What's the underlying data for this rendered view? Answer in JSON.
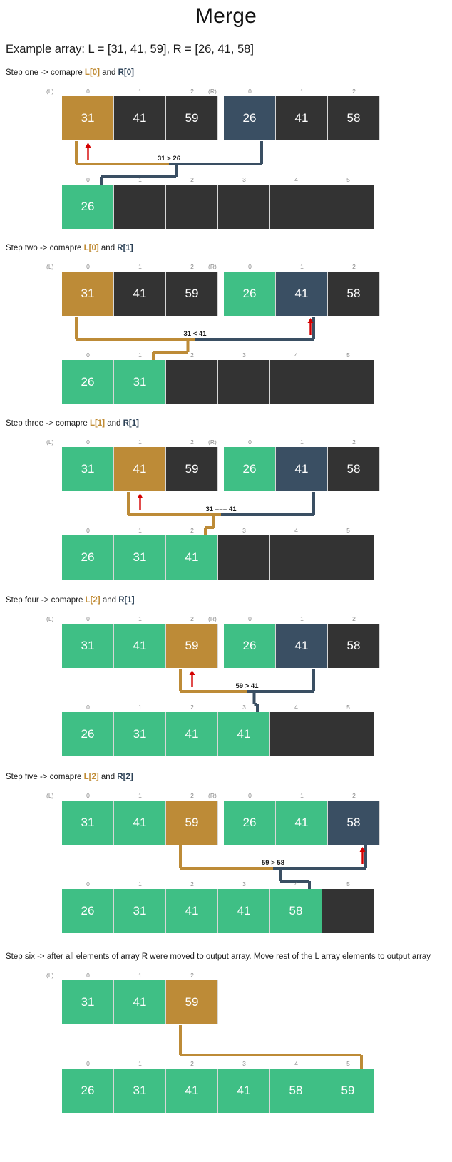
{
  "page": {
    "title": "Merge",
    "example_line": "Example array: L = [31, 41, 59], R = [26, 41, 58]"
  },
  "colors": {
    "gold": "#bd8b37",
    "navy": "#3a4f63",
    "green": "#3fbf85",
    "idle": "#333333",
    "arrow_red": "#d40000",
    "index_gray": "#8a8a8a"
  },
  "labels": {
    "left_tag": "(L)",
    "right_tag": "(R)"
  },
  "steps": [
    {
      "id": "step-one",
      "text_prefix": "Step one -> comapre ",
      "key_left": "L[0]",
      "text_mid": " and ",
      "key_right": "R[0]",
      "left_array": {
        "values": [
          "31",
          "41",
          "59"
        ],
        "indexes": [
          "0",
          "1",
          "2"
        ],
        "states": [
          "gold",
          "idle",
          "idle"
        ]
      },
      "right_array": {
        "values": [
          "26",
          "41",
          "58"
        ],
        "indexes": [
          "0",
          "1",
          "2"
        ],
        "states": [
          "navy",
          "idle",
          "idle"
        ]
      },
      "output_array": {
        "values": [
          "26",
          "",
          "",
          "",
          "",
          ""
        ],
        "indexes": [
          "0",
          "1",
          "2",
          "3",
          "4",
          "5"
        ],
        "states": [
          "done",
          "idle",
          "idle",
          "idle",
          "idle",
          "idle"
        ]
      },
      "comparison": "31 > 26",
      "arrow_on": "left",
      "arrow_cell": 0,
      "winner": "right",
      "target_slot": 0
    },
    {
      "id": "step-two",
      "text_prefix": "Step two -> comapre ",
      "key_left": "L[0]",
      "text_mid": " and ",
      "key_right": "R[1]",
      "left_array": {
        "values": [
          "31",
          "41",
          "59"
        ],
        "indexes": [
          "0",
          "1",
          "2"
        ],
        "states": [
          "gold",
          "idle",
          "idle"
        ]
      },
      "right_array": {
        "values": [
          "26",
          "41",
          "58"
        ],
        "indexes": [
          "0",
          "1",
          "2"
        ],
        "states": [
          "done",
          "navy",
          "idle"
        ]
      },
      "output_array": {
        "values": [
          "26",
          "31",
          "",
          "",
          "",
          ""
        ],
        "indexes": [
          "0",
          "1",
          "2",
          "3",
          "4",
          "5"
        ],
        "states": [
          "done",
          "done",
          "idle",
          "idle",
          "idle",
          "idle"
        ]
      },
      "comparison": "31 < 41",
      "arrow_on": "right",
      "arrow_cell": 1,
      "winner": "left",
      "target_slot": 1
    },
    {
      "id": "step-three",
      "text_prefix": "Step three -> comapre ",
      "key_left": "L[1]",
      "text_mid": " and ",
      "key_right": "R[1]",
      "left_array": {
        "values": [
          "31",
          "41",
          "59"
        ],
        "indexes": [
          "0",
          "1",
          "2"
        ],
        "states": [
          "done",
          "gold",
          "idle"
        ]
      },
      "right_array": {
        "values": [
          "26",
          "41",
          "58"
        ],
        "indexes": [
          "0",
          "1",
          "2"
        ],
        "states": [
          "done",
          "navy",
          "idle"
        ]
      },
      "output_array": {
        "values": [
          "26",
          "31",
          "41",
          "",
          "",
          ""
        ],
        "indexes": [
          "0",
          "1",
          "2",
          "3",
          "4",
          "5"
        ],
        "states": [
          "done",
          "done",
          "done",
          "idle",
          "idle",
          "idle"
        ]
      },
      "comparison": "31 === 41",
      "arrow_on": "left",
      "arrow_cell": 1,
      "winner": "left",
      "target_slot": 2
    },
    {
      "id": "step-four",
      "text_prefix": "Step four -> comapre ",
      "key_left": "L[2]",
      "text_mid": " and ",
      "key_right": "R[1]",
      "left_array": {
        "values": [
          "31",
          "41",
          "59"
        ],
        "indexes": [
          "0",
          "1",
          "2"
        ],
        "states": [
          "done",
          "done",
          "gold"
        ]
      },
      "right_array": {
        "values": [
          "26",
          "41",
          "58"
        ],
        "indexes": [
          "0",
          "1",
          "2"
        ],
        "states": [
          "done",
          "navy",
          "idle"
        ]
      },
      "output_array": {
        "values": [
          "26",
          "31",
          "41",
          "41",
          "",
          ""
        ],
        "indexes": [
          "0",
          "1",
          "2",
          "3",
          "4",
          "5"
        ],
        "states": [
          "done",
          "done",
          "done",
          "done",
          "idle",
          "idle"
        ]
      },
      "comparison": "59 > 41",
      "arrow_on": "left",
      "arrow_cell": 2,
      "winner": "right",
      "target_slot": 3
    },
    {
      "id": "step-five",
      "text_prefix": "Step five -> comapre ",
      "key_left": "L[2]",
      "text_mid": " and ",
      "key_right": "R[2]",
      "left_array": {
        "values": [
          "31",
          "41",
          "59"
        ],
        "indexes": [
          "0",
          "1",
          "2"
        ],
        "states": [
          "done",
          "done",
          "gold"
        ]
      },
      "right_array": {
        "values": [
          "26",
          "41",
          "58"
        ],
        "indexes": [
          "0",
          "1",
          "2"
        ],
        "states": [
          "done",
          "done",
          "navy"
        ]
      },
      "output_array": {
        "values": [
          "26",
          "31",
          "41",
          "41",
          "58",
          ""
        ],
        "indexes": [
          "0",
          "1",
          "2",
          "3",
          "4",
          "5"
        ],
        "states": [
          "done",
          "done",
          "done",
          "done",
          "done",
          "idle"
        ]
      },
      "comparison": "59 > 58",
      "arrow_on": "right",
      "arrow_cell": 2,
      "winner": "right",
      "target_slot": 4
    },
    {
      "id": "step-six",
      "text_full": "Step six -> after all elements of array R were moved to output array. Move rest of the L array elements to output array",
      "left_array": {
        "values": [
          "31",
          "41",
          "59"
        ],
        "indexes": [
          "0",
          "1",
          "2"
        ],
        "states": [
          "done",
          "done",
          "gold"
        ]
      },
      "right_array": null,
      "output_array": {
        "values": [
          "26",
          "31",
          "41",
          "41",
          "58",
          "59"
        ],
        "indexes": [
          "0",
          "1",
          "2",
          "3",
          "4",
          "5"
        ],
        "states": [
          "done",
          "done",
          "done",
          "done",
          "done",
          "done"
        ]
      },
      "comparison": "",
      "target_slot": 5
    }
  ],
  "chart_data": {
    "type": "diagram",
    "title": "Merge",
    "left_input": [
      31,
      41,
      59
    ],
    "right_input": [
      26,
      41,
      58
    ],
    "merged_output": [
      26,
      31,
      41,
      41,
      58,
      59
    ],
    "comparisons": [
      "31 > 26",
      "31 < 41",
      "31 === 41",
      "59 > 41",
      "59 > 58"
    ]
  }
}
